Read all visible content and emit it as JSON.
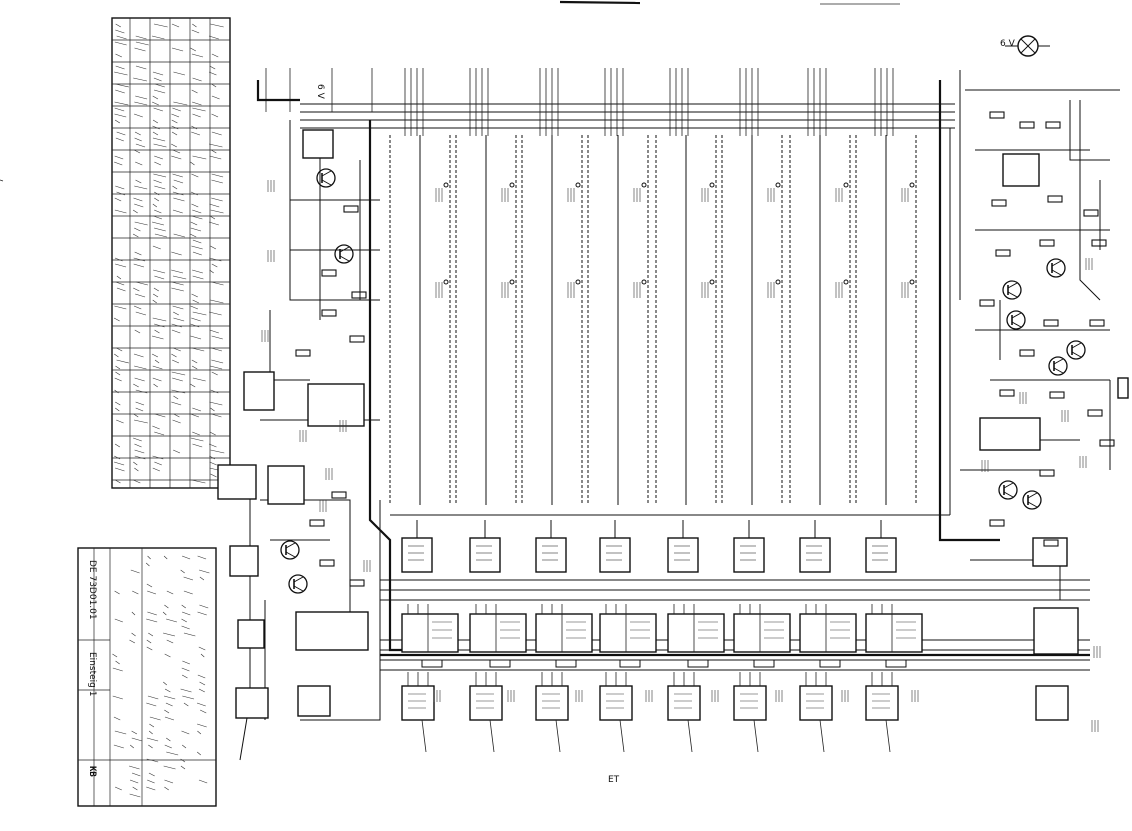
{
  "title_block": {
    "drawing_number": "DE 73D01.01",
    "sheet_title": "Einsteig 1"
  },
  "corner_label": "KB",
  "page_number": "ET",
  "ruler_labels": [
    "6 V",
    "6 V"
  ],
  "icons": {
    "lamp": "lamp-symbol",
    "transistor": "transistor-symbol",
    "resistor": "resistor-symbol"
  },
  "colors": {
    "ink": "#111111",
    "paper": "#ffffff"
  }
}
